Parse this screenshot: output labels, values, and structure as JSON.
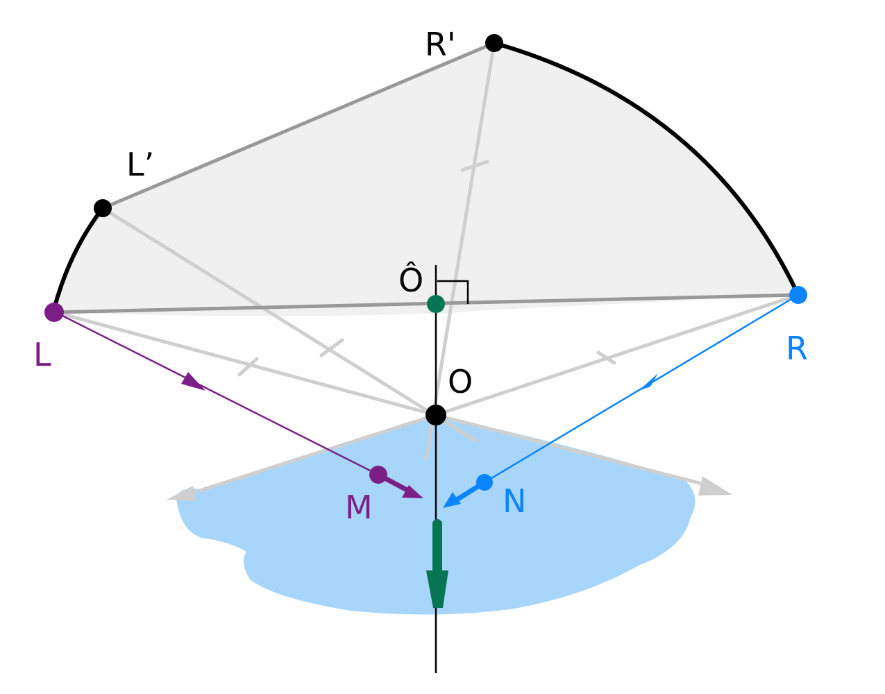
{
  "labels": {
    "R_prime": "R'",
    "L_prime": "L’",
    "O_hat": "Ô",
    "L": "L",
    "O": "O",
    "R": "R",
    "M": "M",
    "N": "N"
  },
  "colors": {
    "background": "#ffffff",
    "region_fill": "#f0f0f0",
    "water_fill": "#a8d6fb",
    "dark_line": "#000000",
    "mid_line": "#999999",
    "light_line": "#cfcfcf",
    "purple": "#7b1f87",
    "blue": "#0a84ff",
    "green": "#077453"
  }
}
